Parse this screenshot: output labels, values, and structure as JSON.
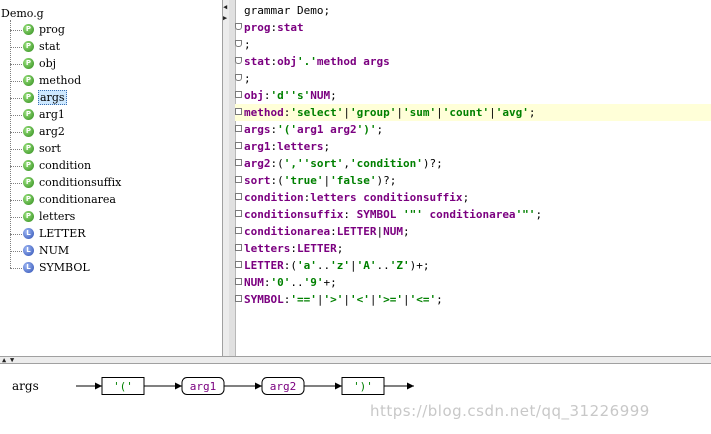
{
  "tree": {
    "root": "Demo.g",
    "items": [
      {
        "label": "prog",
        "type": "parser",
        "badge": "P",
        "selected": false
      },
      {
        "label": "stat",
        "type": "parser",
        "badge": "P",
        "selected": false
      },
      {
        "label": "obj",
        "type": "parser",
        "badge": "P",
        "selected": false
      },
      {
        "label": "method",
        "type": "parser",
        "badge": "P",
        "selected": false
      },
      {
        "label": "args",
        "type": "parser",
        "badge": "P",
        "selected": true
      },
      {
        "label": "arg1",
        "type": "parser",
        "badge": "P",
        "selected": false
      },
      {
        "label": "arg2",
        "type": "parser",
        "badge": "P",
        "selected": false
      },
      {
        "label": "sort",
        "type": "parser",
        "badge": "P",
        "selected": false
      },
      {
        "label": "condition",
        "type": "parser",
        "badge": "P",
        "selected": false
      },
      {
        "label": "conditionsuffix",
        "type": "parser",
        "badge": "P",
        "selected": false
      },
      {
        "label": "conditionarea",
        "type": "parser",
        "badge": "P",
        "selected": false
      },
      {
        "label": "letters",
        "type": "parser",
        "badge": "P",
        "selected": false
      },
      {
        "label": "LETTER",
        "type": "lexer",
        "badge": "L",
        "selected": false
      },
      {
        "label": "NUM",
        "type": "lexer",
        "badge": "L",
        "selected": false
      },
      {
        "label": "SYMBOL",
        "type": "lexer",
        "badge": "L",
        "selected": false
      }
    ]
  },
  "editor": {
    "current_line": 6,
    "lines": [
      {
        "fold": "none",
        "tokens": [
          [
            "kw",
            "grammar Demo;"
          ]
        ]
      },
      {
        "fold": "arrow",
        "tokens": [
          [
            "rule",
            "prog"
          ],
          [
            "op",
            ":"
          ],
          [
            "rule",
            "stat"
          ]
        ]
      },
      {
        "fold": "arrow",
        "tokens": [
          [
            "op",
            ";"
          ]
        ]
      },
      {
        "fold": "arrow",
        "tokens": [
          [
            "rule",
            "stat"
          ],
          [
            "op",
            ":"
          ],
          [
            "rule",
            "obj"
          ],
          [
            "str",
            "'.'"
          ],
          [
            "rule",
            "method args"
          ]
        ]
      },
      {
        "fold": "arrow",
        "tokens": [
          [
            "op",
            ";"
          ]
        ]
      },
      {
        "fold": "box",
        "tokens": [
          [
            "rule",
            "obj"
          ],
          [
            "op",
            ":"
          ],
          [
            "str",
            "'d'"
          ],
          [
            "str",
            "'s'"
          ],
          [
            "rule",
            "NUM"
          ],
          [
            "op",
            ";"
          ]
        ]
      },
      {
        "fold": "box",
        "tokens": [
          [
            "rule",
            "method"
          ],
          [
            "op",
            ":"
          ],
          [
            "str",
            "'select'"
          ],
          [
            "op",
            "|"
          ],
          [
            "str",
            "'group'"
          ],
          [
            "op",
            "|"
          ],
          [
            "str",
            "'sum'"
          ],
          [
            "op",
            "|"
          ],
          [
            "str",
            "'count'"
          ],
          [
            "op",
            "|"
          ],
          [
            "str",
            "'avg'"
          ],
          [
            "op",
            ";"
          ]
        ]
      },
      {
        "fold": "box",
        "tokens": [
          [
            "rule",
            "args"
          ],
          [
            "op",
            ":"
          ],
          [
            "str",
            "'('"
          ],
          [
            "rule",
            "arg1 arg2"
          ],
          [
            "str",
            "')'"
          ],
          [
            "op",
            ";"
          ]
        ]
      },
      {
        "fold": "box",
        "tokens": [
          [
            "rule",
            "arg1"
          ],
          [
            "op",
            ":"
          ],
          [
            "rule",
            "letters"
          ],
          [
            "op",
            ";"
          ]
        ]
      },
      {
        "fold": "box",
        "tokens": [
          [
            "rule",
            "arg2"
          ],
          [
            "op",
            ":("
          ],
          [
            "str",
            "','"
          ],
          [
            "str",
            "'sort'"
          ],
          [
            "op",
            ","
          ],
          [
            "str",
            "'condition'"
          ],
          [
            "op",
            ")?;"
          ]
        ]
      },
      {
        "fold": "box",
        "tokens": [
          [
            "rule",
            "sort"
          ],
          [
            "op",
            ":("
          ],
          [
            "str",
            "'true'"
          ],
          [
            "op",
            "|"
          ],
          [
            "str",
            "'false'"
          ],
          [
            "op",
            ")?;"
          ]
        ]
      },
      {
        "fold": "box",
        "tokens": [
          [
            "rule",
            "condition"
          ],
          [
            "op",
            ":"
          ],
          [
            "rule",
            "letters conditionsuffix"
          ],
          [
            "op",
            ";"
          ]
        ]
      },
      {
        "fold": "box",
        "tokens": [
          [
            "rule",
            "conditionsuffix"
          ],
          [
            "op",
            ": "
          ],
          [
            "rule",
            "SYMBOL"
          ],
          [
            "op",
            " "
          ],
          [
            "str",
            "'\"'"
          ],
          [
            "rule",
            " conditionarea"
          ],
          [
            "str",
            "'\"'"
          ],
          [
            "op",
            ";"
          ]
        ]
      },
      {
        "fold": "box",
        "tokens": [
          [
            "rule",
            "conditionarea"
          ],
          [
            "op",
            ":"
          ],
          [
            "rule",
            "LETTER"
          ],
          [
            "op",
            "|"
          ],
          [
            "rule",
            "NUM"
          ],
          [
            "op",
            ";"
          ]
        ]
      },
      {
        "fold": "box",
        "tokens": [
          [
            "rule",
            "letters"
          ],
          [
            "op",
            ":"
          ],
          [
            "rule",
            "LETTER"
          ],
          [
            "op",
            ";"
          ]
        ]
      },
      {
        "fold": "box",
        "tokens": [
          [
            "rule",
            "LETTER"
          ],
          [
            "op",
            ":("
          ],
          [
            "str",
            "'a'"
          ],
          [
            "op",
            ".."
          ],
          [
            "str",
            "'z'"
          ],
          [
            "op",
            "|"
          ],
          [
            "str",
            "'A'"
          ],
          [
            "op",
            ".."
          ],
          [
            "str",
            "'Z'"
          ],
          [
            "op",
            ")+;"
          ]
        ]
      },
      {
        "fold": "box",
        "tokens": [
          [
            "rule",
            "NUM"
          ],
          [
            "op",
            ":"
          ],
          [
            "str",
            "'0'"
          ],
          [
            "op",
            ".."
          ],
          [
            "str",
            "'9'"
          ],
          [
            "op",
            "+;"
          ]
        ]
      },
      {
        "fold": "box",
        "tokens": [
          [
            "rule",
            "SYMBOL"
          ],
          [
            "op",
            ":"
          ],
          [
            "str",
            "'=='"
          ],
          [
            "op",
            "|"
          ],
          [
            "str",
            "'>'"
          ],
          [
            "op",
            "|"
          ],
          [
            "str",
            "'<'"
          ],
          [
            "op",
            "|"
          ],
          [
            "str",
            "'>='"
          ],
          [
            "op",
            "|"
          ],
          [
            "str",
            "'<='"
          ],
          [
            "op",
            ";"
          ]
        ]
      }
    ]
  },
  "diagram": {
    "rule_name": "args",
    "nodes": [
      {
        "text": "'('",
        "kind": "terminal"
      },
      {
        "text": "arg1",
        "kind": "nonterminal"
      },
      {
        "text": "arg2",
        "kind": "nonterminal"
      },
      {
        "text": "')'",
        "kind": "terminal"
      }
    ]
  },
  "watermark": "https://blog.csdn.net/qq_31226999",
  "colors": {
    "rule": "#7b0080",
    "string": "#008000",
    "parser_icon": "#2e8a1a",
    "lexer_icon": "#2d4fb3",
    "current_line": "#ffffd8",
    "selection": "#cde8ff"
  }
}
